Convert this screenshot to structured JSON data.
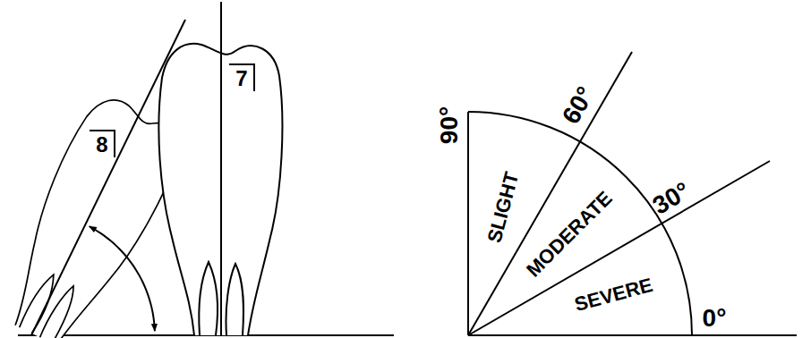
{
  "diagram": {
    "labels": [
      "8",
      "7",
      "90°",
      "60°",
      "30°",
      "0°",
      "SLIGHT",
      "MODERATE",
      "SEVERE"
    ]
  }
}
